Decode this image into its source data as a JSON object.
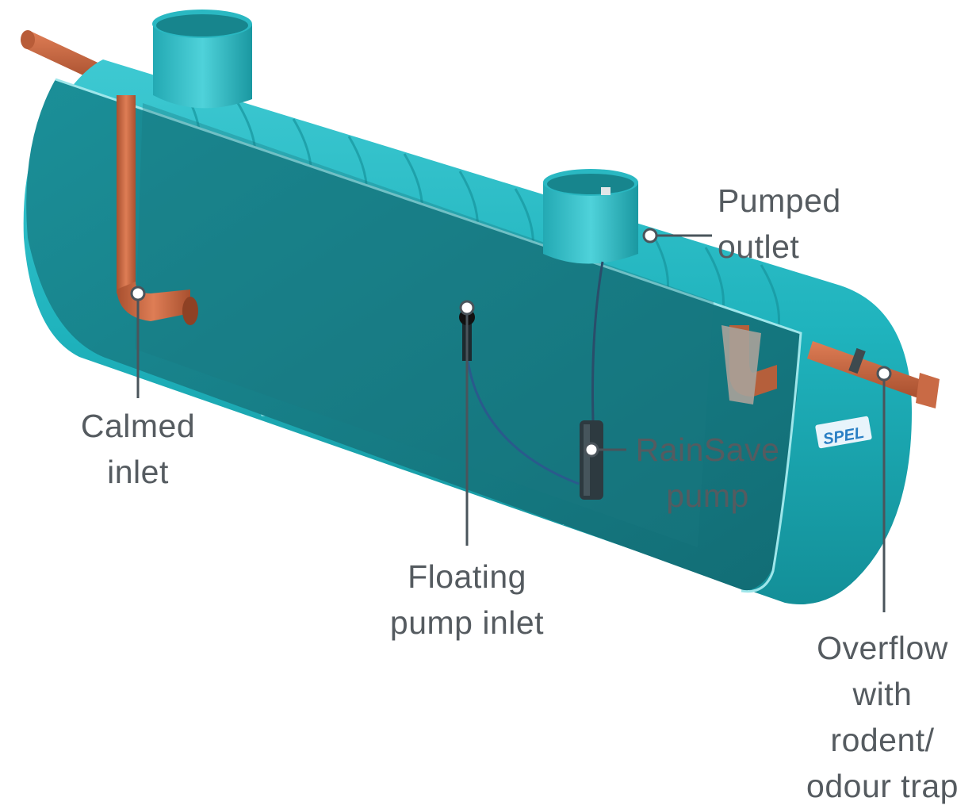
{
  "diagram": {
    "title": "",
    "colors": {
      "tank_body": "#1fb3bd",
      "tank_interior": "#167e87",
      "pipe": "#c96a45",
      "leader_line": "#4a545b",
      "label_text": "#555b60",
      "brand": "#2a7fc4"
    },
    "logo_text": "SPEL",
    "labels": {
      "calmed_inlet": [
        "Calmed",
        "inlet"
      ],
      "floating_pump_inlet": [
        "Floating",
        "pump inlet"
      ],
      "rainsave_pump": [
        "RainSave",
        "pump"
      ],
      "pumped_outlet": [
        "Pumped",
        "outlet"
      ],
      "overflow": [
        "Overflow",
        "with",
        "rodent/",
        "odour trap"
      ]
    }
  }
}
